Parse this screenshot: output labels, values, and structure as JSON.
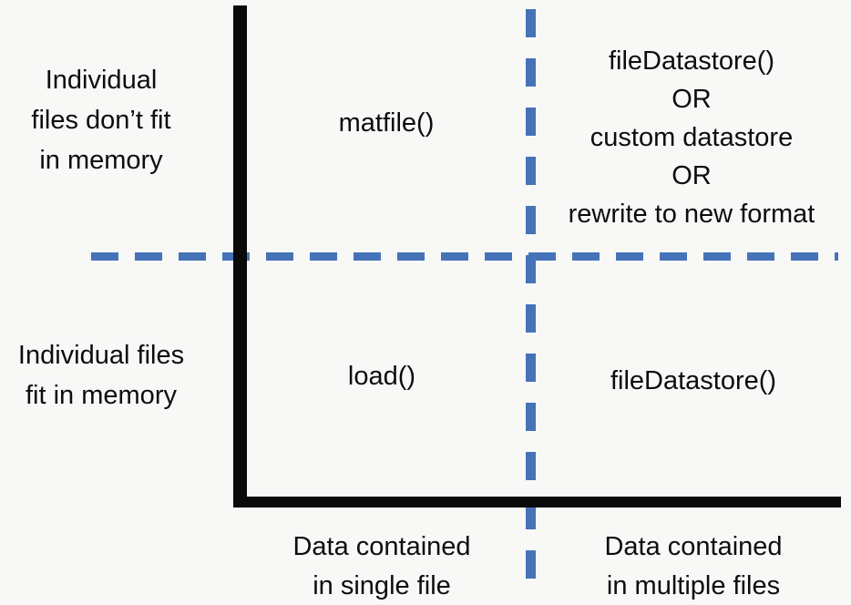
{
  "colors": {
    "background": "#f8f8f7",
    "axis_black": "#0a0a0a",
    "dash_blue": "#4573b8"
  },
  "axes": {
    "y_axis_top_label_lines": [
      "Individual",
      "files don’t fit",
      "in memory"
    ],
    "y_axis_bottom_label_lines": [
      "Individual files",
      "fit in memory"
    ],
    "x_axis_left_label_lines": [
      "Data contained",
      "in single file"
    ],
    "x_axis_right_label_lines": [
      "Data contained",
      "in multiple files"
    ]
  },
  "quadrants": {
    "top_left_single_file": "matfile()",
    "top_right_multiple_files_lines": [
      "fileDatastore()",
      "OR",
      "custom datastore",
      "OR",
      "rewrite to new format"
    ],
    "bottom_left_single_file": "load()",
    "bottom_right_multiple_files": "fileDatastore()"
  }
}
